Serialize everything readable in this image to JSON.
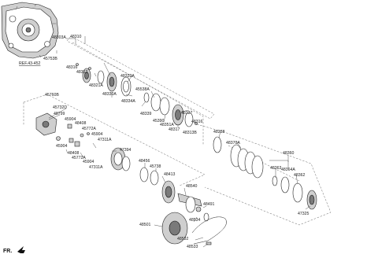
{
  "labels": {
    "p48303A": "48303A",
    "p48310": "48310",
    "p45753B": "45753B",
    "ref": "REF.43-452",
    "p48316": "48316",
    "p48312": "48312",
    "p48332A": "48332A",
    "p48321A": "48321A",
    "p48330A": "48330A",
    "p45538A": "45538A",
    "p48334A": "48334A",
    "p48339": "48339",
    "p48337": "48337",
    "p45390": "45390",
    "p48351A": "48351A",
    "p48316b": "48316",
    "p48317": "48317",
    "p48313B": "48313B",
    "p45760B": "45760B",
    "p45732D": "45732D",
    "p48799": "48799",
    "p45904a": "45904",
    "p48408a": "48408",
    "p45772Aa": "45772A",
    "p45904b": "45904",
    "p47311Aa": "47311A",
    "p45904c": "45904",
    "p48408b": "48408",
    "p45772Ab": "45772A",
    "p45904d": "45904",
    "p47311Ab": "47311A",
    "p47394": "47394",
    "p48238": "48238",
    "p48370A": "48370A",
    "p48360": "48360",
    "p48363": "48363",
    "p48364A": "48364A",
    "p48362": "48362",
    "p47325": "47325",
    "p48456": "48456",
    "p45738": "45738",
    "p48413": "48413",
    "p48540": "48540",
    "p48491": "48491",
    "p48534": "48534",
    "p48501": "48501",
    "p48532": "48532",
    "p48533": "48533",
    "fr": "FR."
  }
}
